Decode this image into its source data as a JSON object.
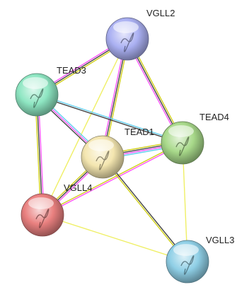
{
  "network": {
    "nodes": [
      {
        "id": "VGLL2",
        "label": "VGLL2",
        "color": "#aab0f2"
      },
      {
        "id": "TEAD3",
        "label": "TEAD3",
        "color": "#8ee6c2"
      },
      {
        "id": "TEAD4",
        "label": "TEAD4",
        "color": "#a8d98a"
      },
      {
        "id": "TEAD1",
        "label": "TEAD1",
        "color": "#f4e6b0"
      },
      {
        "id": "VGLL4",
        "label": "VGLL4",
        "color": "#e9807f"
      },
      {
        "id": "VGLL3",
        "label": "VGLL3",
        "color": "#8fcfe6"
      }
    ],
    "edges": [
      {
        "source": "TEAD3",
        "target": "VGLL2",
        "colors": [
          "#ff44ff",
          "#333333",
          "#cccc00"
        ]
      },
      {
        "source": "TEAD4",
        "target": "VGLL2",
        "colors": [
          "#ff44ff",
          "#333333",
          "#cccc00"
        ]
      },
      {
        "source": "TEAD1",
        "target": "VGLL2",
        "colors": [
          "#ff44ff",
          "#333333",
          "#cccc00"
        ]
      },
      {
        "source": "VGLL4",
        "target": "VGLL2",
        "colors": [
          "#eeee55"
        ]
      },
      {
        "source": "TEAD3",
        "target": "TEAD4",
        "colors": [
          "#55ccee",
          "#333333"
        ]
      },
      {
        "source": "TEAD3",
        "target": "TEAD1",
        "colors": [
          "#55ccee",
          "#ff44ff",
          "#333333"
        ]
      },
      {
        "source": "TEAD3",
        "target": "VGLL4",
        "colors": [
          "#ff44ff",
          "#333333",
          "#cccc00"
        ]
      },
      {
        "source": "TEAD4",
        "target": "TEAD1",
        "colors": [
          "#55ccee",
          "#ff44ff",
          "#333333",
          "#cccc00"
        ]
      },
      {
        "source": "TEAD4",
        "target": "VGLL4",
        "colors": [
          "#ff44ff",
          "#cccc00"
        ]
      },
      {
        "source": "TEAD4",
        "target": "VGLL3",
        "colors": [
          "#eeee55"
        ]
      },
      {
        "source": "TEAD1",
        "target": "VGLL4",
        "colors": [
          "#ff44ff",
          "#333333",
          "#cccc00"
        ]
      },
      {
        "source": "TEAD1",
        "target": "VGLL3",
        "colors": [
          "#333333",
          "#cccc00"
        ]
      },
      {
        "source": "VGLL4",
        "target": "VGLL3",
        "colors": [
          "#eeee55"
        ]
      }
    ]
  }
}
